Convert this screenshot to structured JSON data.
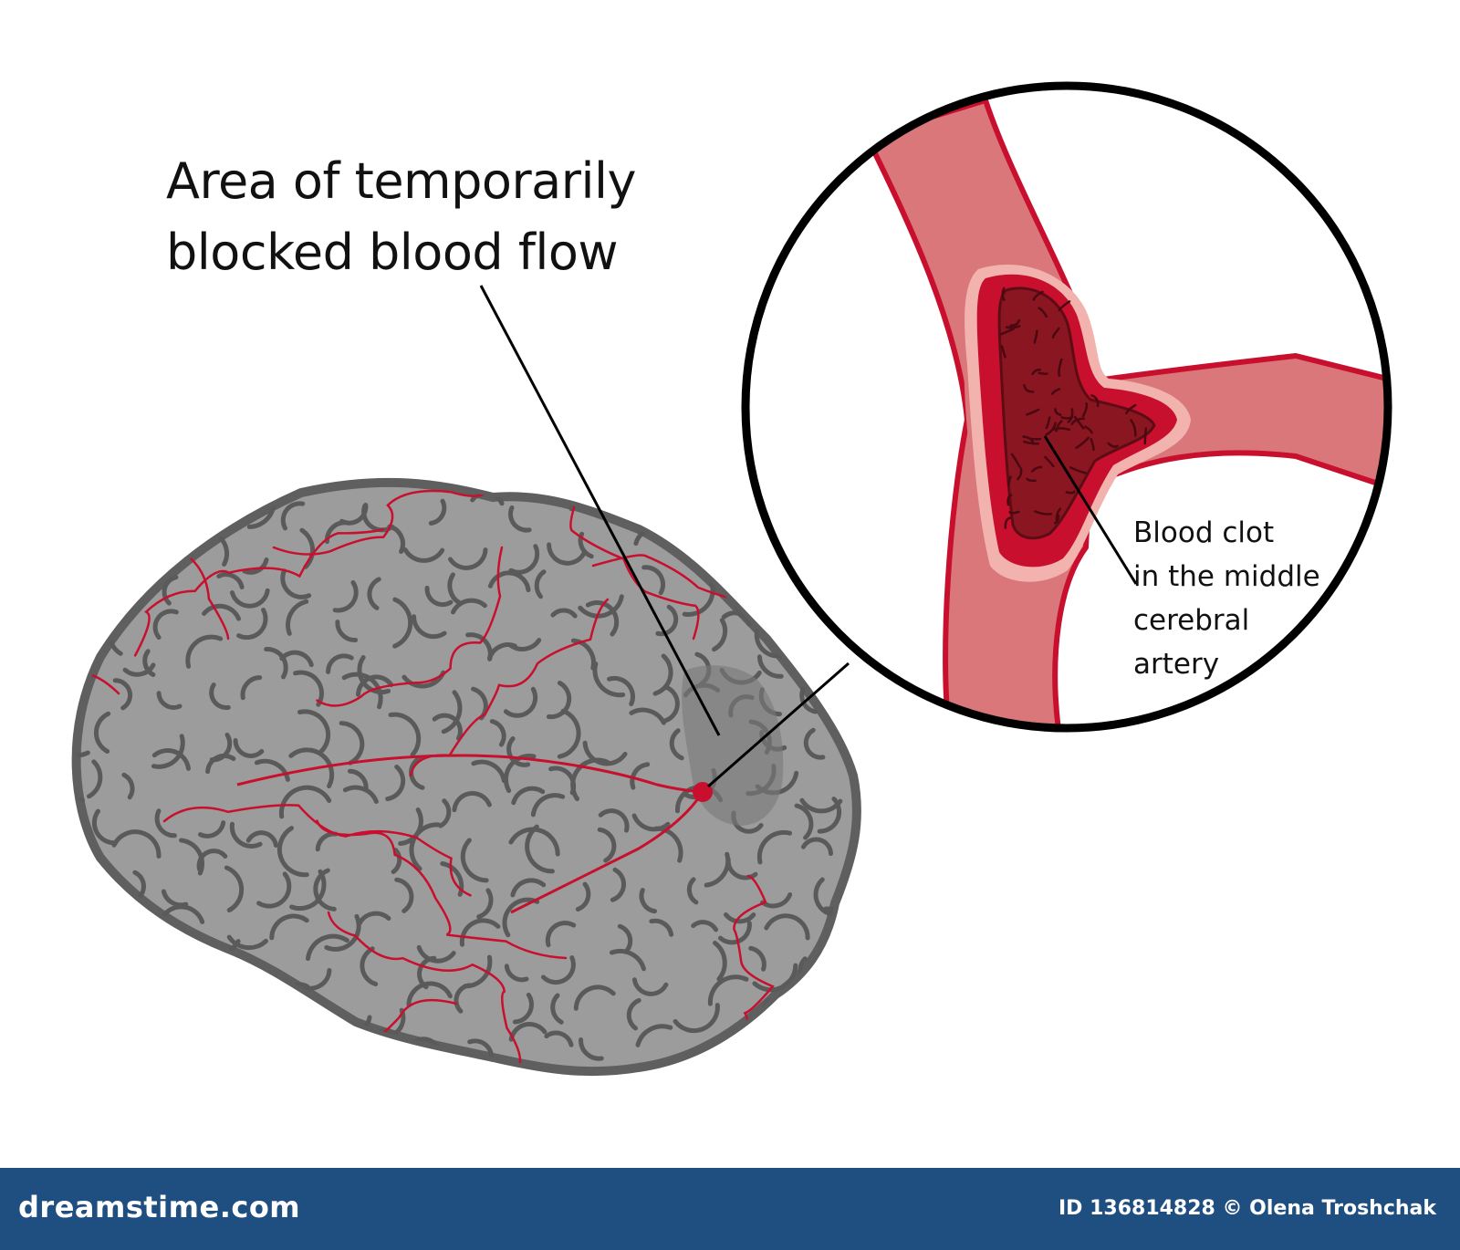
{
  "diagram": {
    "title_lines": [
      "Area of temporarily",
      "blocked blood flow"
    ],
    "clot_label_lines": [
      "Blood clot",
      "in the middle",
      "cerebral",
      "artery"
    ]
  },
  "footer": {
    "brand": "dreamstime.com",
    "credit": "ID 136814828 © Olena Troshchak"
  },
  "colors": {
    "brain_fill": "#9c9c9c",
    "brain_outline": "#5f5f5f",
    "vessel_red": "#c8102e",
    "artery_pink": "#d9777a",
    "clot_dark": "#8a1622",
    "footer_blue": "#1f4f80"
  }
}
